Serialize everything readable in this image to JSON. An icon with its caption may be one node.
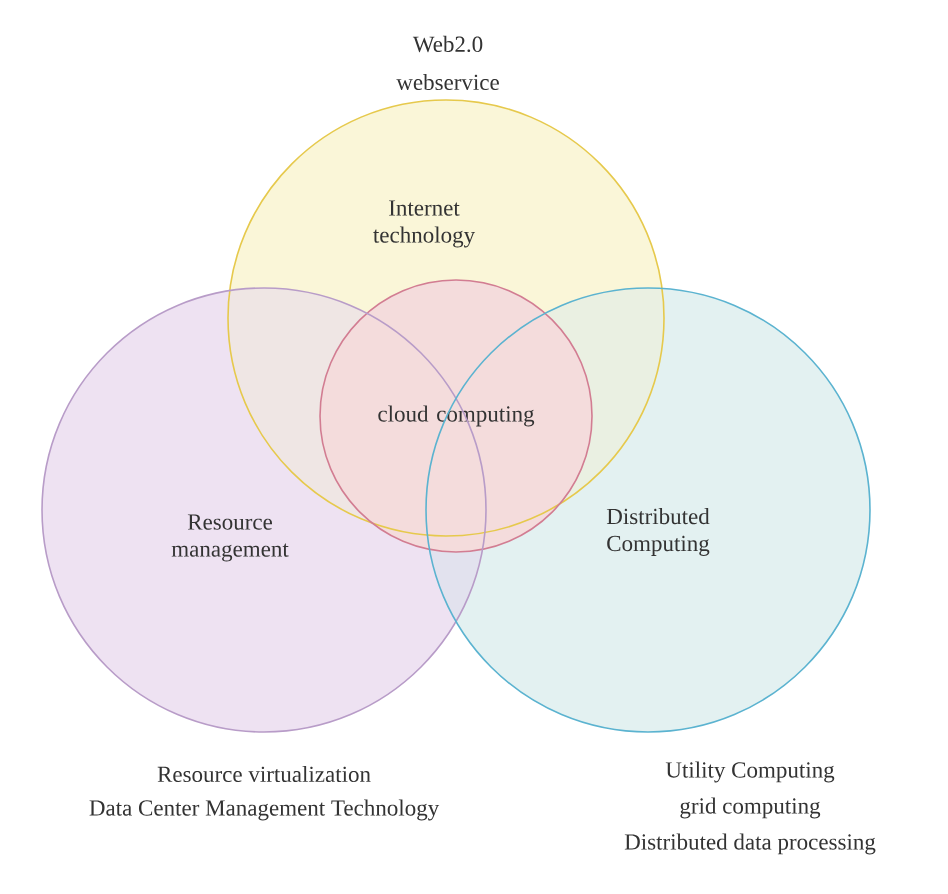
{
  "diagram": {
    "nodes": [
      {
        "text": [
          "Internet technology"
        ],
        "beside": [
          "Web2.0",
          "webservice"
        ]
      },
      {
        "text": [
          "cloud computing"
        ]
      },
      {
        "text": [
          "Resource management"
        ],
        "beside": [
          "Resource virtualization",
          "Data Center Management Technology"
        ]
      },
      {
        "text": [
          "Distributed Computing"
        ],
        "beside": [
          "Utility Computing",
          "grid computing",
          "Distributed data processing"
        ]
      }
    ]
  }
}
